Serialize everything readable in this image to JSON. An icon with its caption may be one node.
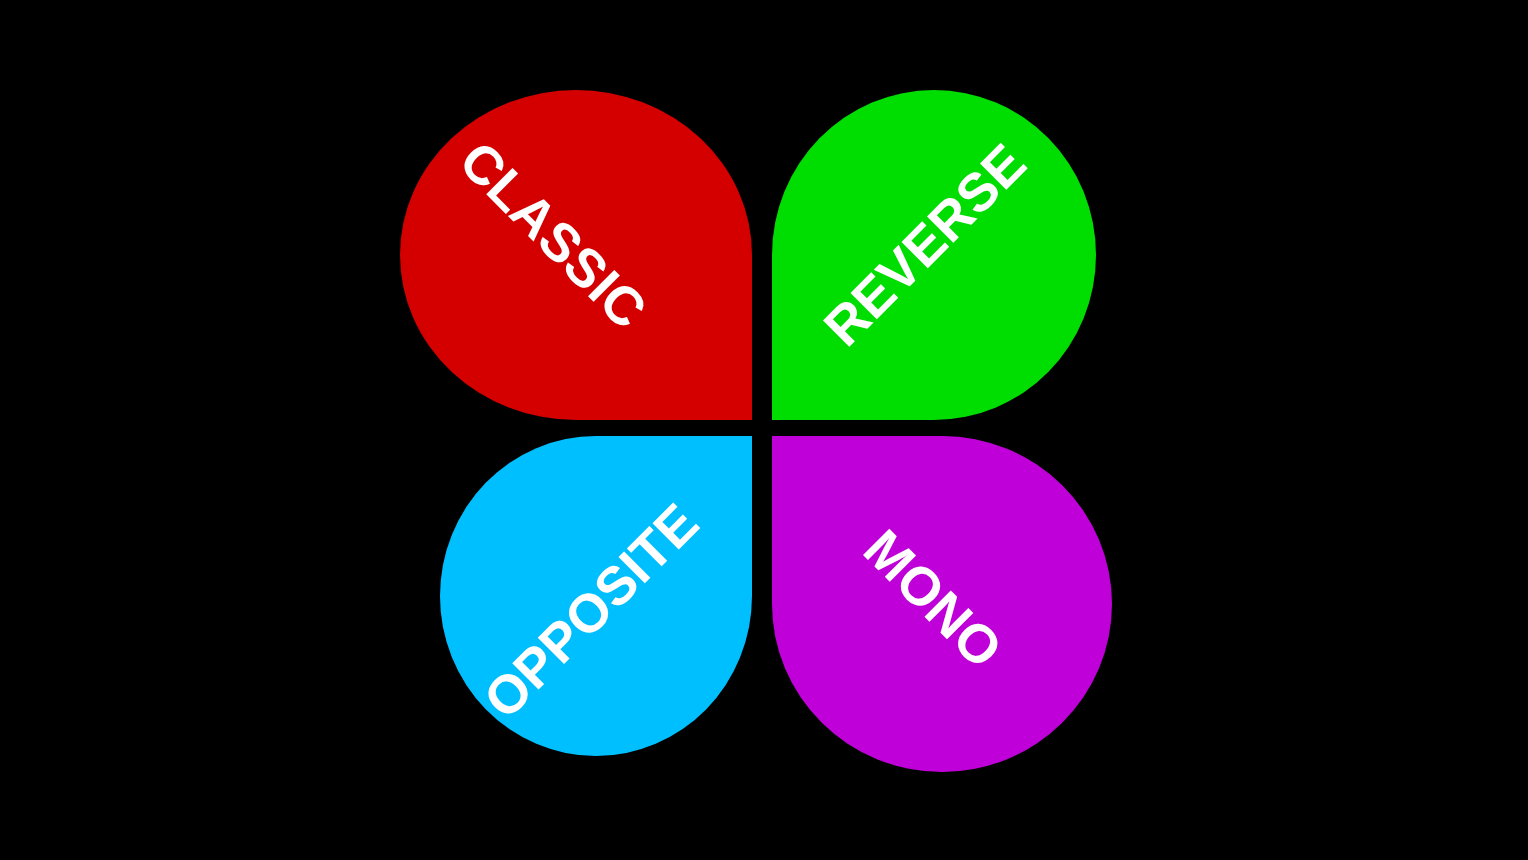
{
  "diagram": {
    "nodes": [
      {
        "text": [
          "CLASSIC"
        ]
      },
      {
        "text": [
          "REVERSE"
        ]
      },
      {
        "text": [
          "OPPOSITE"
        ]
      },
      {
        "text": [
          "MONO"
        ]
      }
    ]
  }
}
